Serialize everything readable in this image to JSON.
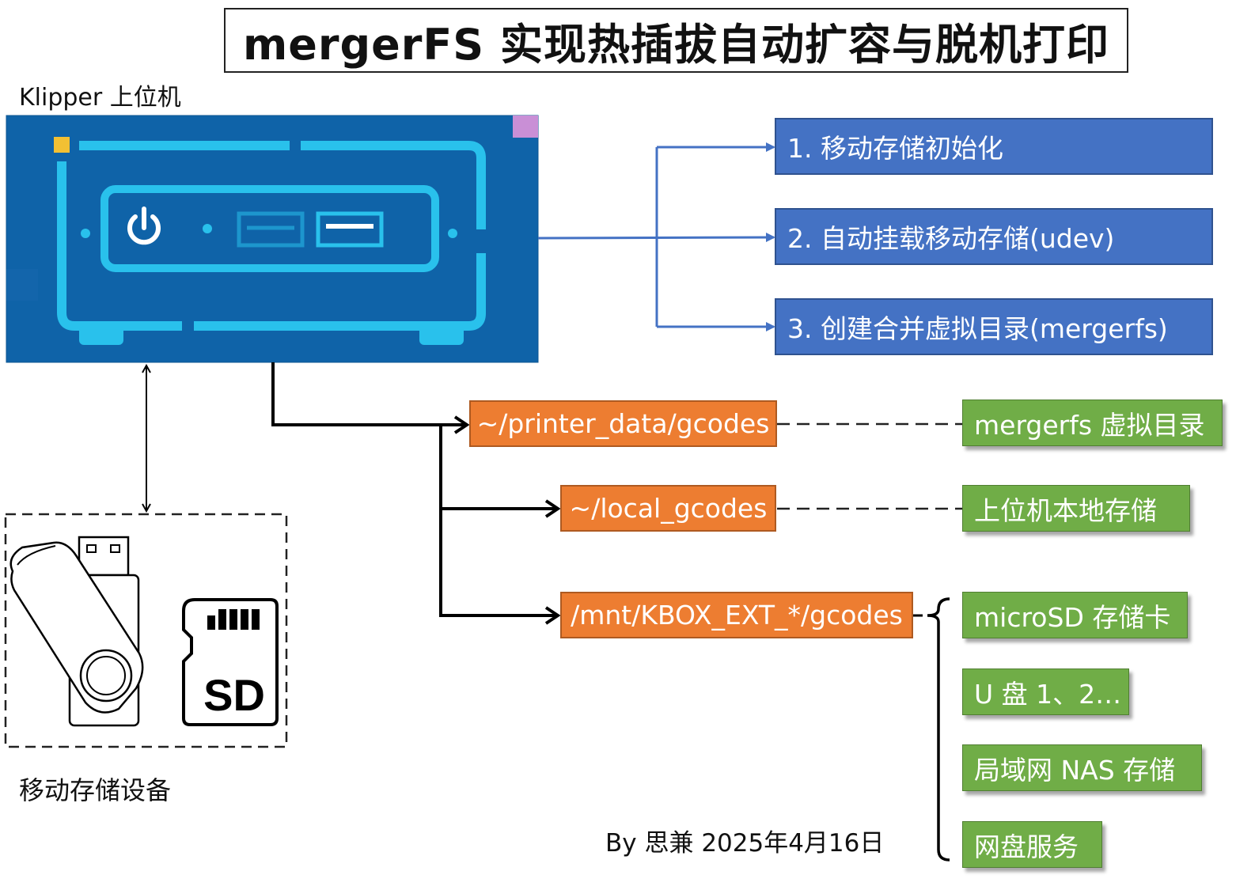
{
  "title": "mergerFS 实现热插拔自动扩容与脱机打印",
  "host_label": "Klipper 上位机",
  "storage_label": "移动存储设备",
  "sd_card_text": "SD",
  "steps": [
    "1. 移动存储初始化",
    "2. 自动挂载移动存储(udev)",
    "3. 创建合并虚拟目录(mergerfs)"
  ],
  "paths": [
    "~/printer_data/gcodes",
    "~/local_gcodes",
    "/mnt/KBOX_EXT_*/gcodes"
  ],
  "path_notes": [
    "mergerfs 虚拟目录",
    "上位机本地存储"
  ],
  "storage_types": [
    "microSD 存储卡",
    "U 盘 1、2…",
    "局域网 NAS 存储",
    "网盘服务"
  ],
  "footer": "By 思兼 2025年4月16日",
  "colors": {
    "step_box": "#4472c4",
    "path_box": "#ed7d31",
    "note_box": "#70ad47",
    "host_bg": "#0f63a8",
    "host_outline": "#29c1ec"
  }
}
